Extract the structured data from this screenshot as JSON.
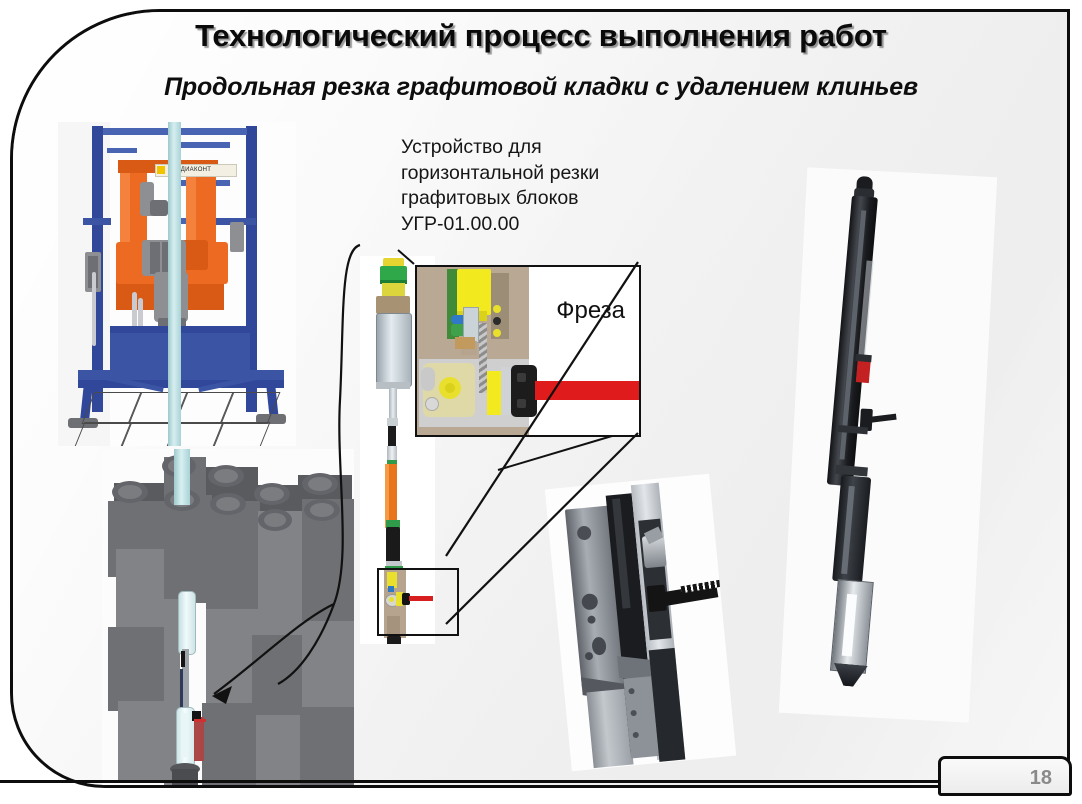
{
  "slide": {
    "title": "Технологический процесс выполнения работ",
    "subtitle": "Продольная резка графитовой кладки с удалением клиньев",
    "page_number": "18",
    "background_color": "#f4f4f4",
    "border_color": "#0d0d0d",
    "page_number_color": "#8a8a8a"
  },
  "caption": {
    "line1": "Устройство для",
    "line2": "горизонтальной резки",
    "line3": "графитовых блоков",
    "line4": "УГР-01.00.00"
  },
  "detail_callout": {
    "label": "Фреза",
    "border_color": "#111111",
    "cutter_color": "#e01b1b",
    "housing_color": "#b9a894"
  },
  "figures": {
    "machine_photo": {
      "name": "Робот ДИАКОНТ на синей раме",
      "brand_label": "ДИАКОНТ",
      "frame_color": "#3b55a4",
      "robot_color": "#ec6a22"
    },
    "blocks_photo": {
      "name": "Графитовая кладка с инструментом",
      "block_color": "#6f7073",
      "tube_color": "#bfe0e3",
      "cutter_color": "#b04040"
    },
    "tool_photo": {
      "name": "Колонна инструмента УГР-01.00.00"
    },
    "rig_photo": {
      "name": "Фотография механизма с пилой"
    },
    "long_device_photo": {
      "name": "Фотография устройства в сборе"
    }
  }
}
